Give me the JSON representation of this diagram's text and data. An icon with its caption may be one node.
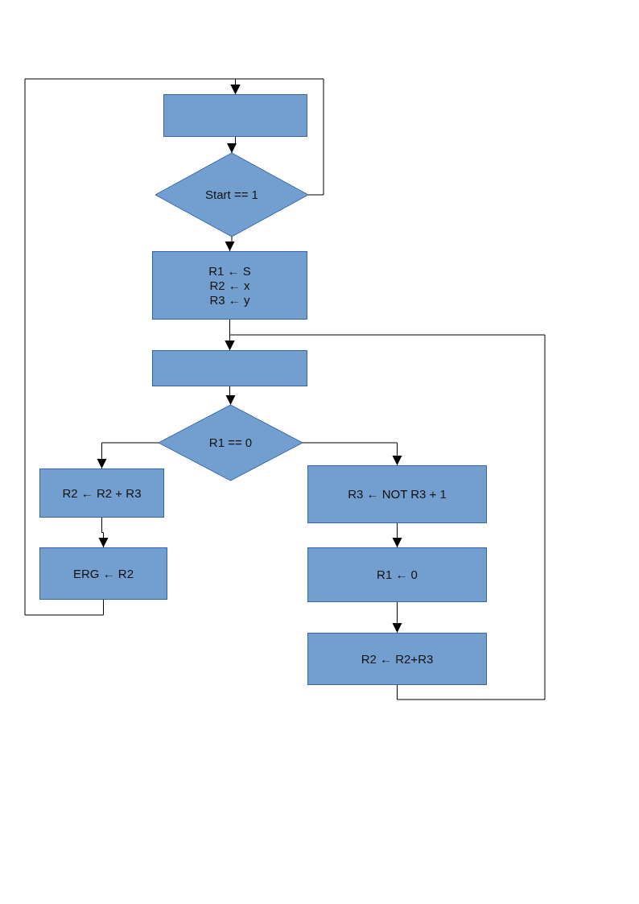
{
  "diagram": {
    "nodes": [
      {
        "text": [],
        "shape": "box"
      },
      {
        "text": [
          "Start == 1"
        ]
      },
      {
        "text": [
          "R1 ← S R2 ← x R3 ← y"
        ]
      },
      {
        "text": [],
        "shape": "box"
      },
      {
        "text": [
          "R1 == 0"
        ]
      },
      {
        "text": [
          "R2 ← R2 + R3"
        ]
      },
      {
        "text": [
          "ERG ← R2"
        ]
      },
      {
        "text": [
          "R3 ← NOT R3 + 1"
        ]
      },
      {
        "text": [
          "R1 ← 0"
        ]
      },
      {
        "text": [
          "R2 ← R2+R3"
        ]
      }
    ],
    "edges": [
      {
        "from": 0,
        "to": 1,
        "arrow": "to"
      },
      {
        "from": 1,
        "to": 0,
        "arrow": "to"
      },
      {
        "from": 1,
        "to": 2,
        "arrow": "to"
      },
      {
        "from": 2,
        "to": 3,
        "arrow": "to"
      },
      {
        "from": 9,
        "to": 3,
        "arrow": "to"
      },
      {
        "from": 3,
        "to": 4,
        "arrow": "to"
      },
      {
        "from": 4,
        "to": 5,
        "arrow": "to"
      },
      {
        "from": 4,
        "to": 7,
        "arrow": "to"
      },
      {
        "from": 5,
        "to": 6,
        "arrow": "to"
      },
      {
        "from": 6,
        "to": 0,
        "arrow": "to"
      },
      {
        "from": 7,
        "to": 8,
        "arrow": "to"
      },
      {
        "from": 8,
        "to": 9,
        "arrow": "to"
      }
    ]
  }
}
